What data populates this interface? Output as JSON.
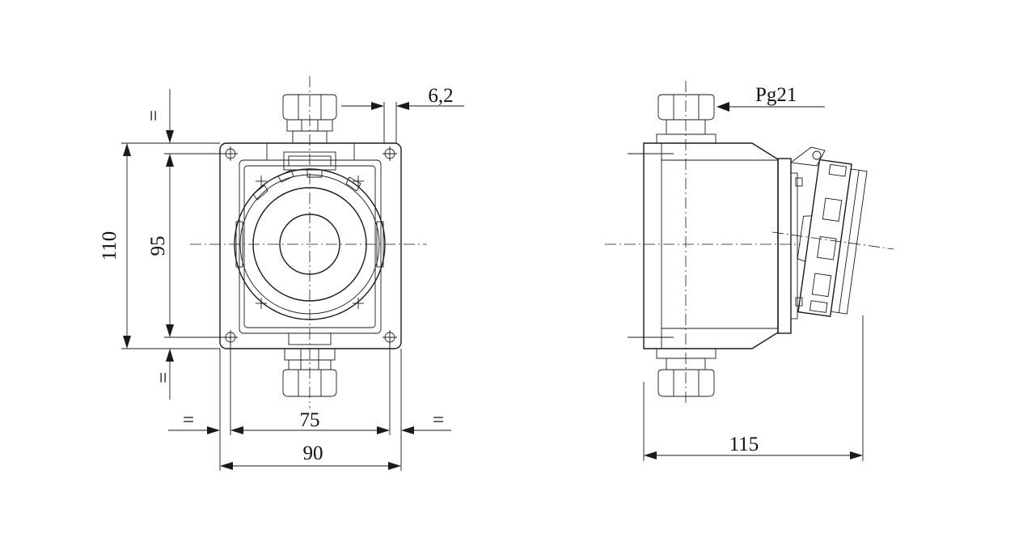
{
  "front_view": {
    "dimensions": {
      "overall_height": "110",
      "hole_spacing_vertical": "95",
      "overall_width": "90",
      "hole_spacing_horizontal": "75",
      "flange_offset": "6,2",
      "equal_mark": "="
    }
  },
  "side_view": {
    "cable_gland": "Pg21",
    "overall_depth": "115"
  }
}
